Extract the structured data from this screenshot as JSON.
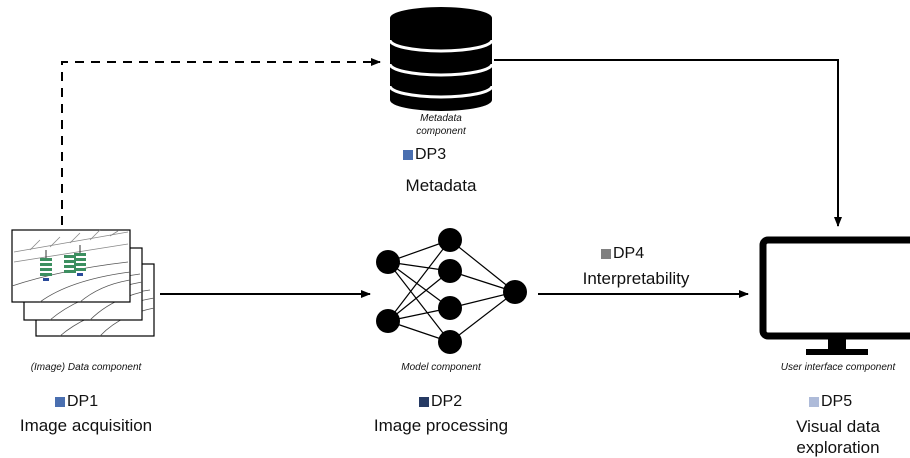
{
  "components": {
    "data": {
      "caption": "(Image) Data component",
      "dp": "DP1",
      "dp_color": "#4a6fb0",
      "label": "Image acquisition",
      "icon": "image-stack-icon"
    },
    "metadata": {
      "caption_line1": "Metadata",
      "caption_line2": "component",
      "dp": "DP3",
      "dp_color": "#4a6fb0",
      "label": "Metadata",
      "icon": "database-icon"
    },
    "model": {
      "caption": "Model component",
      "dp": "DP2",
      "dp_color": "#263a63",
      "label": "Image processing",
      "icon": "neural-network-icon"
    },
    "interpretability": {
      "dp": "DP4",
      "dp_color": "#808080",
      "label": "Interpretability"
    },
    "ui": {
      "caption": "User interface component",
      "dp": "DP5",
      "dp_color": "#aebbd9",
      "label_line1": "Visual data",
      "label_line2": "exploration",
      "icon": "monitor-icon"
    }
  }
}
